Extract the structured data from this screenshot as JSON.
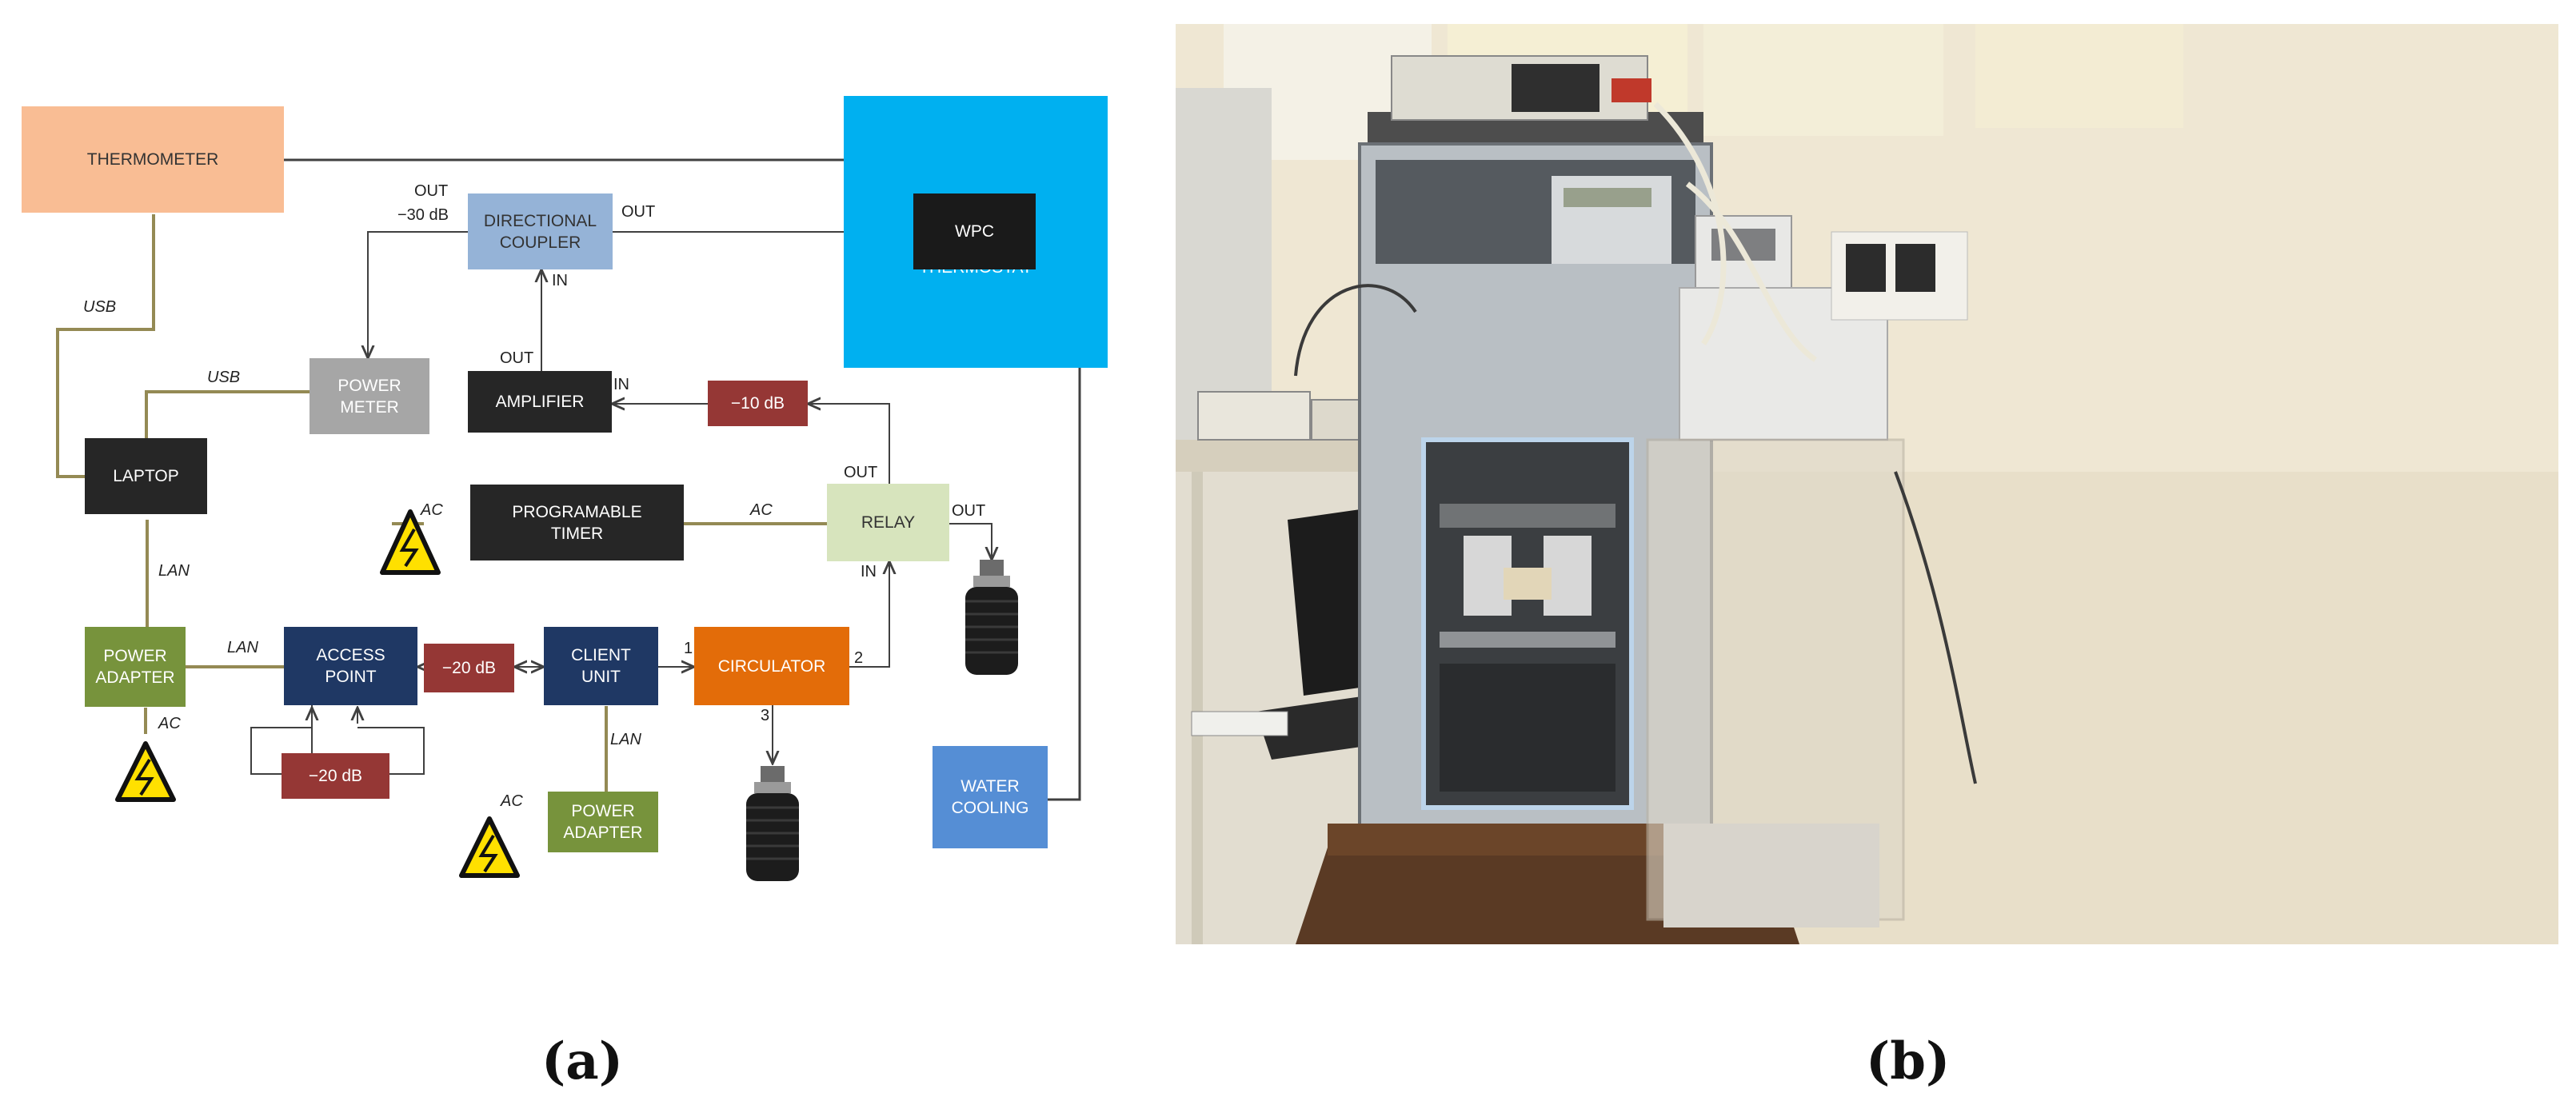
{
  "diagram": {
    "boxes": {
      "thermometer": "THERMOMETER",
      "directional_coupler": "DIRECTIONAL\nCOUPLER",
      "wpc": "WPC",
      "thermostat": "THERMOSTAT",
      "power_meter": "POWER\nMETER",
      "amplifier": "AMPLIFIER",
      "laptop": "LAPTOP",
      "minus10db": "−10 dB",
      "programable_timer": "PROGRAMABLE\nTIMER",
      "relay": "RELAY",
      "power_adapter_1": "POWER\nADAPTER",
      "access_point": "ACCESS\nPOINT",
      "minus20db_a": "−20 dB",
      "client_unit": "CLIENT\nUNIT",
      "circulator": "CIRCULATOR",
      "minus20db_b": "−20 dB",
      "water_cooling": "WATER\nCOOLING",
      "power_adapter_2": "POWER\nADAPTER"
    },
    "labels": {
      "coupler_out_left": "OUT",
      "coupler_minus30": "−30 dB",
      "coupler_out_right": "OUT",
      "coupler_in": "IN",
      "amplifier_out": "OUT",
      "amplifier_in": "IN",
      "usb_1": "USB",
      "usb_2": "USB",
      "lan_1": "LAN",
      "lan_2": "LAN",
      "lan_3": "LAN",
      "ac_1": "AC",
      "ac_2": "AC",
      "ac_3": "AC",
      "ac_4": "AC",
      "relay_out_top": "OUT",
      "relay_out_right": "OUT",
      "relay_in": "IN",
      "circ_port_1": "1",
      "circ_port_2": "2",
      "circ_port_3": "3"
    }
  },
  "captions": {
    "a": "(a)",
    "b": "(b)"
  },
  "colors": {
    "thermometer": "#f9bd94",
    "coupler": "#95b3d7",
    "wpc": "#1a1a1a",
    "thermostat": "#00b0f0",
    "power_meter": "#a6a6a6",
    "dark_box": "#262626",
    "attenuator": "#953735",
    "relay": "#d7e4bd",
    "power_adapter": "#77933c",
    "navy_box": "#1f3864",
    "circulator": "#e36c09",
    "water_cooling": "#558ed5",
    "cable": "#948a54",
    "warning_yellow": "#ffe000"
  }
}
